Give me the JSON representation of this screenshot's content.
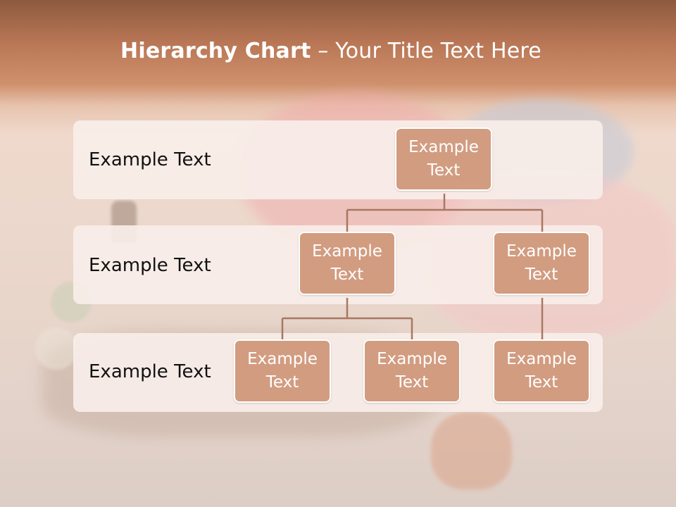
{
  "title": {
    "bold": "Hierarchy Chart",
    "rest": " – Your Title Text Here"
  },
  "levels": [
    {
      "label": "Example Text"
    },
    {
      "label": "Example Text"
    },
    {
      "label": "Example Text"
    }
  ],
  "nodes": {
    "root": {
      "line1": "Example",
      "line2": "Text"
    },
    "l2_left": {
      "line1": "Example",
      "line2": "Text"
    },
    "l2_right": {
      "line1": "Example",
      "line2": "Text"
    },
    "l3_a": {
      "line1": "Example",
      "line2": "Text"
    },
    "l3_b": {
      "line1": "Example",
      "line2": "Text"
    },
    "l3_c": {
      "line1": "Example",
      "line2": "Text"
    }
  },
  "colors": {
    "node_fill": "#d29c80",
    "connector": "#a87862",
    "band": "#f8eeea"
  }
}
